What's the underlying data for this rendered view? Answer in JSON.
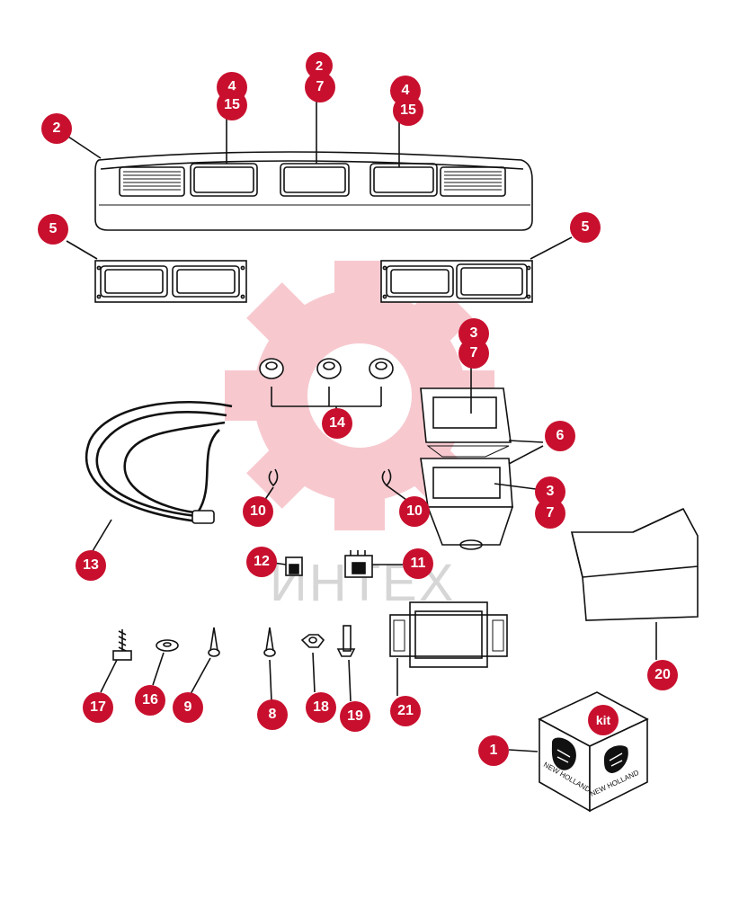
{
  "watermark": {
    "text": "ИНТЕХ"
  },
  "kit_box": {
    "brand_text": "NEW HOLLAND"
  },
  "callouts": [
    {
      "id": "c2a",
      "label": "2"
    },
    {
      "id": "c2b",
      "label": "2"
    },
    {
      "id": "c7a",
      "label": "7"
    },
    {
      "id": "c4a",
      "label": "4"
    },
    {
      "id": "c15a",
      "label": "15"
    },
    {
      "id": "c4b",
      "label": "4"
    },
    {
      "id": "c15b",
      "label": "15"
    },
    {
      "id": "c5a",
      "label": "5"
    },
    {
      "id": "c5b",
      "label": "5"
    },
    {
      "id": "c3a",
      "label": "3"
    },
    {
      "id": "c7b",
      "label": "7"
    },
    {
      "id": "c14",
      "label": "14"
    },
    {
      "id": "c6",
      "label": "6"
    },
    {
      "id": "c3b",
      "label": "3"
    },
    {
      "id": "c7c",
      "label": "7"
    },
    {
      "id": "c10a",
      "label": "10"
    },
    {
      "id": "c10b",
      "label": "10"
    },
    {
      "id": "c13",
      "label": "13"
    },
    {
      "id": "c12",
      "label": "12"
    },
    {
      "id": "c11",
      "label": "11"
    },
    {
      "id": "c20",
      "label": "20"
    },
    {
      "id": "c17",
      "label": "17"
    },
    {
      "id": "c16",
      "label": "16"
    },
    {
      "id": "c9",
      "label": "9"
    },
    {
      "id": "c8",
      "label": "8"
    },
    {
      "id": "c18",
      "label": "18"
    },
    {
      "id": "c19",
      "label": "19"
    },
    {
      "id": "c21",
      "label": "21"
    },
    {
      "id": "c1",
      "label": "1"
    },
    {
      "id": "ckit",
      "label": "kit"
    }
  ]
}
